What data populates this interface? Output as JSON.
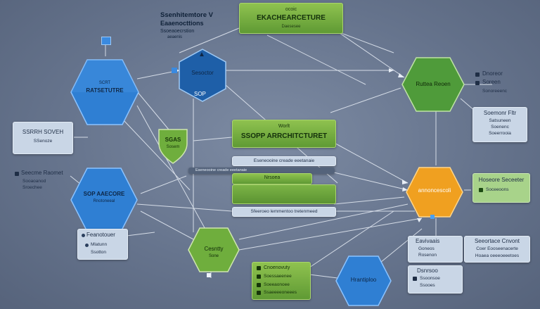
{
  "colors": {
    "background": "#66748d",
    "blue_node": "#2f7fd3",
    "dark_blue_node": "#1e5fa8",
    "green_node": "#4f9b3a",
    "orange_node": "#f0a020",
    "panel_light": "#c9d6e6",
    "panel_green": "#7fb247"
  },
  "top": {
    "header_line1": "Ssenhitemtore V",
    "header_line2": "Eaaenocttions",
    "header_line3": "Ssoeaoecrstion",
    "header_line4": "aeaenis",
    "banner_title": "EKACHEARCETURE",
    "banner_top": "ocoic",
    "banner_sub": "Daesesee"
  },
  "nodes": {
    "left_top_hex_line1": "SCRT",
    "left_top_hex_line2": "RATSETUTRE",
    "center_top_hex_line1": "Sesoctor",
    "center_top_hex_label": "SOP",
    "left_bottom_hex_line1": "SOP AAECORE",
    "left_bottom_hex_line2": "Rnotoneeal",
    "shield_line1": "SGAS",
    "shield_line2": "Sosem",
    "green_right_hex": "Ruttea Reoen",
    "orange_hex": "annoncescoli",
    "green_bottom_hex_line1": "Cesntty",
    "green_bottom_hex_line2": "Sone",
    "blue_bottom_hex": "Hrantiploo"
  },
  "center": {
    "main_label_top": "Worlt",
    "main_label": "SSOPP ARRCHITCTURET",
    "bar_label": "Eseneooine creade eeetanaie",
    "inner_bar_label": "Nrsoea",
    "bottom_bar_label": "Sfeeroeo lemmentoo tretenmeed"
  },
  "left_panels": {
    "panel1_line1": "SSRRH SOVEH",
    "panel1_line2": "SSenoze",
    "panel2_line1": "Seecme Raomet",
    "panel2_line2": "Sooaoanod",
    "panel2_line3": "Sroechee",
    "panel3_line1": "Feanotouer",
    "panel3_line2": "Mlatunn",
    "panel3_line3": "Ssotton"
  },
  "right_panels": {
    "panel1_line1": "Dnoreor",
    "panel1_line2": "Soreen",
    "panel1_line3": "Sonoreeenc",
    "panel2_line1": "Soemonr Fltr",
    "panel2_line2": "Satsuneen",
    "panel2_line3": "Soenenc",
    "panel2_line4": "Soeerrooia",
    "panel3_line1": "Hoseore Seceeter",
    "panel3_line2": "Soceeoons",
    "panel4_line1": "Eavivaais",
    "panel4_line2": "Goneos",
    "panel4_line3": "Rosenon",
    "panel5_line1": "Seeortace Cnvont",
    "panel5_line2": "Coer Eooseenacerte",
    "panel5_line3": "Hoaea oeeeoeeetoes",
    "panel6_line1": "Dsnrsoo",
    "panel6_line2": "Ssoonsoe",
    "panel6_line3": "Ssooes"
  },
  "bottom_panel": {
    "line1": "Cnoenovuty",
    "line2": "Soessaeenee",
    "line3": "Soeeaonoee",
    "line4": "Ssaeeeeoneees"
  }
}
